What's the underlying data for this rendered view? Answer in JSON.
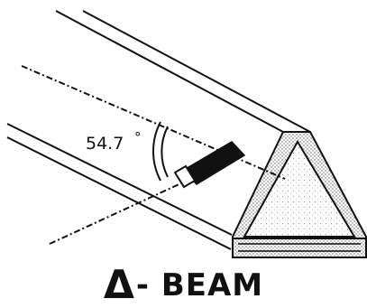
{
  "figure": {
    "angle_label": "54.7",
    "degree_symbol": "°",
    "caption_symbol": "Δ",
    "caption_text": "- BEAM"
  },
  "colors": {
    "ink": "#111111",
    "stipple": "#8a8a8a",
    "background": "#ffffff"
  }
}
